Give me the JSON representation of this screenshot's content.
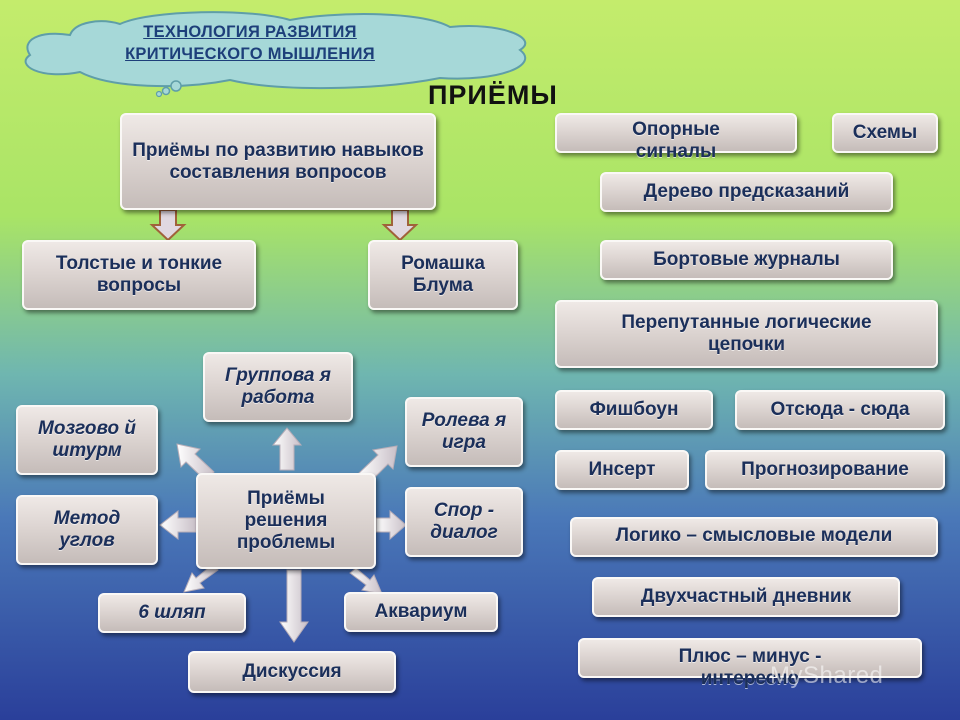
{
  "cloud": {
    "line1": "ТЕХНОЛОГИЯ РАЗВИТИЯ",
    "line2": "КРИТИЧЕСКОГО МЫШЛЕНИЯ"
  },
  "heading": "ПРИЁМЫ",
  "questions": {
    "main": "Приёмы по развитию навыков составления вопросов",
    "left": "Толстые и тонкие вопросы",
    "right": "Ромашка Блума"
  },
  "problems": {
    "center": "Приёмы решения проблемы",
    "group_work": "Группова я работа",
    "brainstorm": "Мозгово й штурм",
    "role_play": "Ролева я игра",
    "angles": "Метод углов",
    "dispute": "Спор - диалог",
    "six_hats": "6 шляп",
    "aquarium": "Аквариум",
    "discussion": "Дискуссия"
  },
  "techniques": {
    "signals": "Опорные сигналы",
    "schemes": "Схемы",
    "prediction_tree": "Дерево предсказаний",
    "logs": "Бортовые журналы",
    "chains": "Перепутанные логические цепочки",
    "fishbone": "Фишбоун",
    "here_there": "Отсюда - сюда",
    "insert": "Инсерт",
    "forecast": "Прогнозирование",
    "models": "Логико – смысловые модели",
    "diary": "Двухчастный дневник",
    "pmi": "Плюс – минус - интересно"
  },
  "watermark": "MyShared",
  "colors": {
    "box_text": "#1b2f5a",
    "cloud_fill": "#a6d8d8",
    "arrow_fill": "#c9c0c8"
  }
}
